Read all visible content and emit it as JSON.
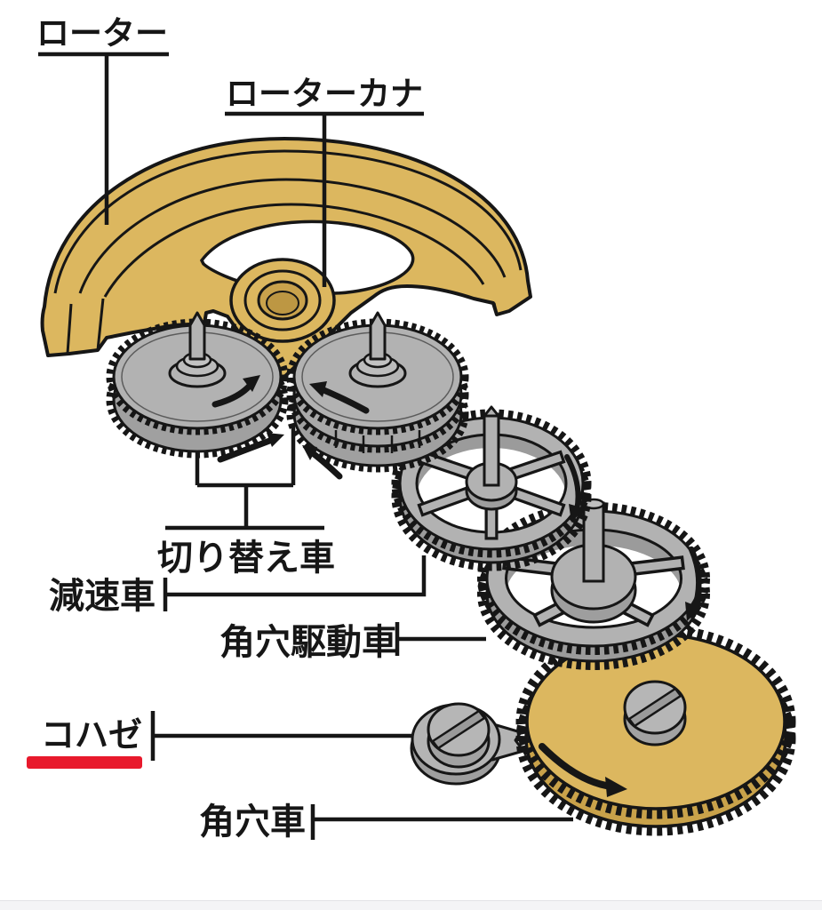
{
  "diagram": {
    "subject": "automatic-watch-winding-mechanism-exploded-view",
    "labels": {
      "rotor": "ローター",
      "rotor_pinion": "ローターカナ",
      "switching_wheels": "切り替え車",
      "reduction_wheel": "減速車",
      "square_hole_drive_wheel": "角穴駆動車",
      "click": "コハゼ",
      "ratchet_wheel": "角穴車"
    },
    "colors": {
      "gold": "#dcb75f",
      "gold_dark": "#c9a24a",
      "gray": "#b2b2b2",
      "gray_dark": "#9b9b9b",
      "outline": "#161616",
      "red_underline": "#e8192c",
      "background": "#ffffff",
      "footer_strip": "#f4f4f6"
    }
  }
}
